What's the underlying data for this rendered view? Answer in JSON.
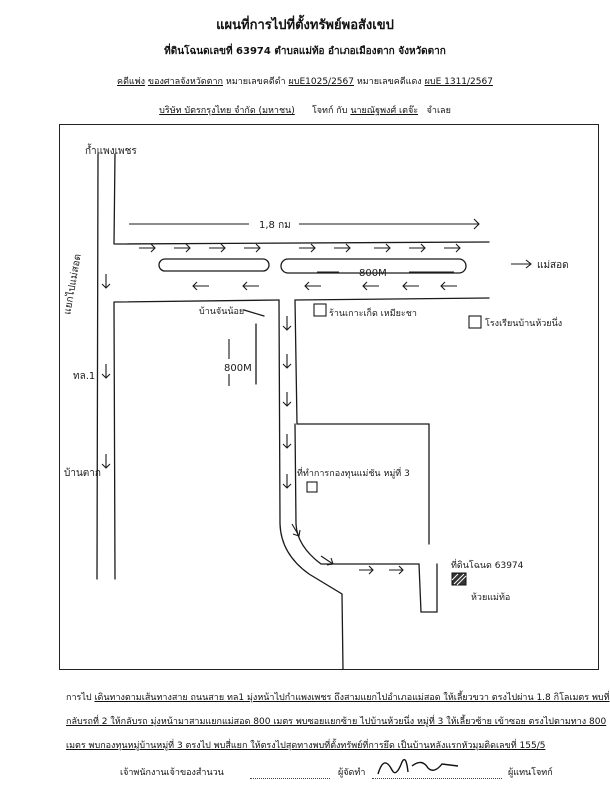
{
  "header": {
    "title": "แผนที่การไปที่ตั้งทรัพย์พอสังเขป",
    "subtitle": "ที่ดินโฉนดเลขที่ 63974 ตำบลแม่ท้อ อำเภอเมืองตาก จังหวัดตาก",
    "case_prefix": "คดีแพ่ง",
    "court": "ของศาลจังหวัดตาก",
    "black_label": "หมายเลขคดีดำ",
    "black_no": "ผบE1025/2567",
    "red_label": "หมายเลขคดีแดง",
    "red_no": "ผบE 1311/2567",
    "plaintiff": "บริษัท บัตรกรุงไทย จำกัด (มหาชน)",
    "plaintiff_role": "โจทก์ กับ",
    "defendant": "นายณัฐพงศ์ เตจ๊ะ",
    "defendant_role": "จำเลย"
  },
  "map": {
    "to_kamphaeng": "ก้ำแพงเพชร",
    "road_no": "ทล.1",
    "intersection": "แยกไปแม่สอด",
    "distance_1": "1,8 กม",
    "distance_2": "800M",
    "distance_3": "800M",
    "to_maesot": "แม่สอด",
    "ban_tak": "บ้านตาก",
    "village_mark": "บ้านจันน้อย",
    "shop": "ร้านเกาะเก็ด เหมียะชา",
    "school": "โรงเรียนบ้านห้วยนึ่ง",
    "office": "ที่ทำการกองทุนแม่ชัน หมู่ที่ 3",
    "property": "ที่ดินโฉนด 63974",
    "river": "ห้วยแม่ท้อ"
  },
  "directions": {
    "lead": "การไป",
    "line1": "เดินทางตามเส้นทางสาย ถนนสาย ทล1 มุ่งหน้าไปกำแพงเพชร ถึงสามแยกไปอำเภอแม่สอด ให้เลี้ยวขวา ตรงไปผ่าน 1.8 กิโลเมตร พบที่",
    "line2": "กลับรถที่ 2 ให้กลับรถ มุ่งหน้ามาสามแยกแม่สอด 800 เมตร พบซอยแยกซ้าย ไปบ้านห้วยนึ่ง หมู่ที่ 3 ให้เลี้ยวซ้าย เข้าซอย ตรงไปตามทาง 800",
    "line3": "เมตร พบกองทุนหมู่บ้านหมู่ที่ 3 ตรงไป พบสี่แยก ให้ตรงไปสุดทางพบที่ตั้งทรัพย์ที่การยึด เป็นบ้านหลังแรกหัวมุมติดเลขที่ 155/5"
  },
  "signature": {
    "officer": "เจ้าพนักงานเจ้าของสำนวน",
    "drafter": "ผู้จัดทำ",
    "rep": "ผู้แทนโจทก์"
  }
}
